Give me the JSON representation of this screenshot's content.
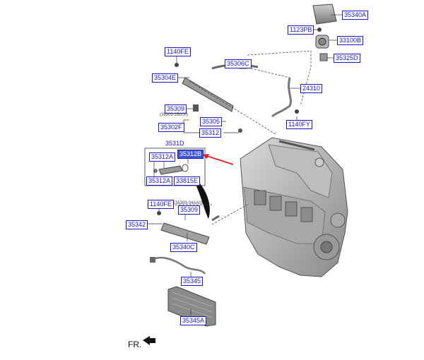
{
  "labels": {
    "l35340A": "35340A",
    "l1123PB": "1123PB",
    "l33100B": "33100B",
    "l35325D": "35325D",
    "l1140FE_a": "1140FE",
    "l35306C": "35306C",
    "l35304E": "35304E",
    "l24310": "24310",
    "l35309": "35309",
    "l35309_sub": "(35309-2B000)",
    "l35305": "35305",
    "l35302F": "35302F",
    "l35312": "35312",
    "l1140FY": "1140FY",
    "l3531D": "3531D",
    "l35312A_a": "35312A",
    "l35312B": "35312B",
    "l35312A_b": "35312A",
    "l33815E": "33815E",
    "l1140FE_b": "1140FE",
    "l35309_sub2": "(35309-04AA0)",
    "l35309b": "35309",
    "l35342": "35342",
    "l35340C": "35340C",
    "l35345": "35345",
    "l35345A": "35345A"
  },
  "footer": {
    "direction": "FR."
  },
  "colors": {
    "label": "#1a1ab8",
    "highlight": "#3d55d8",
    "pointer": "#e02020"
  }
}
